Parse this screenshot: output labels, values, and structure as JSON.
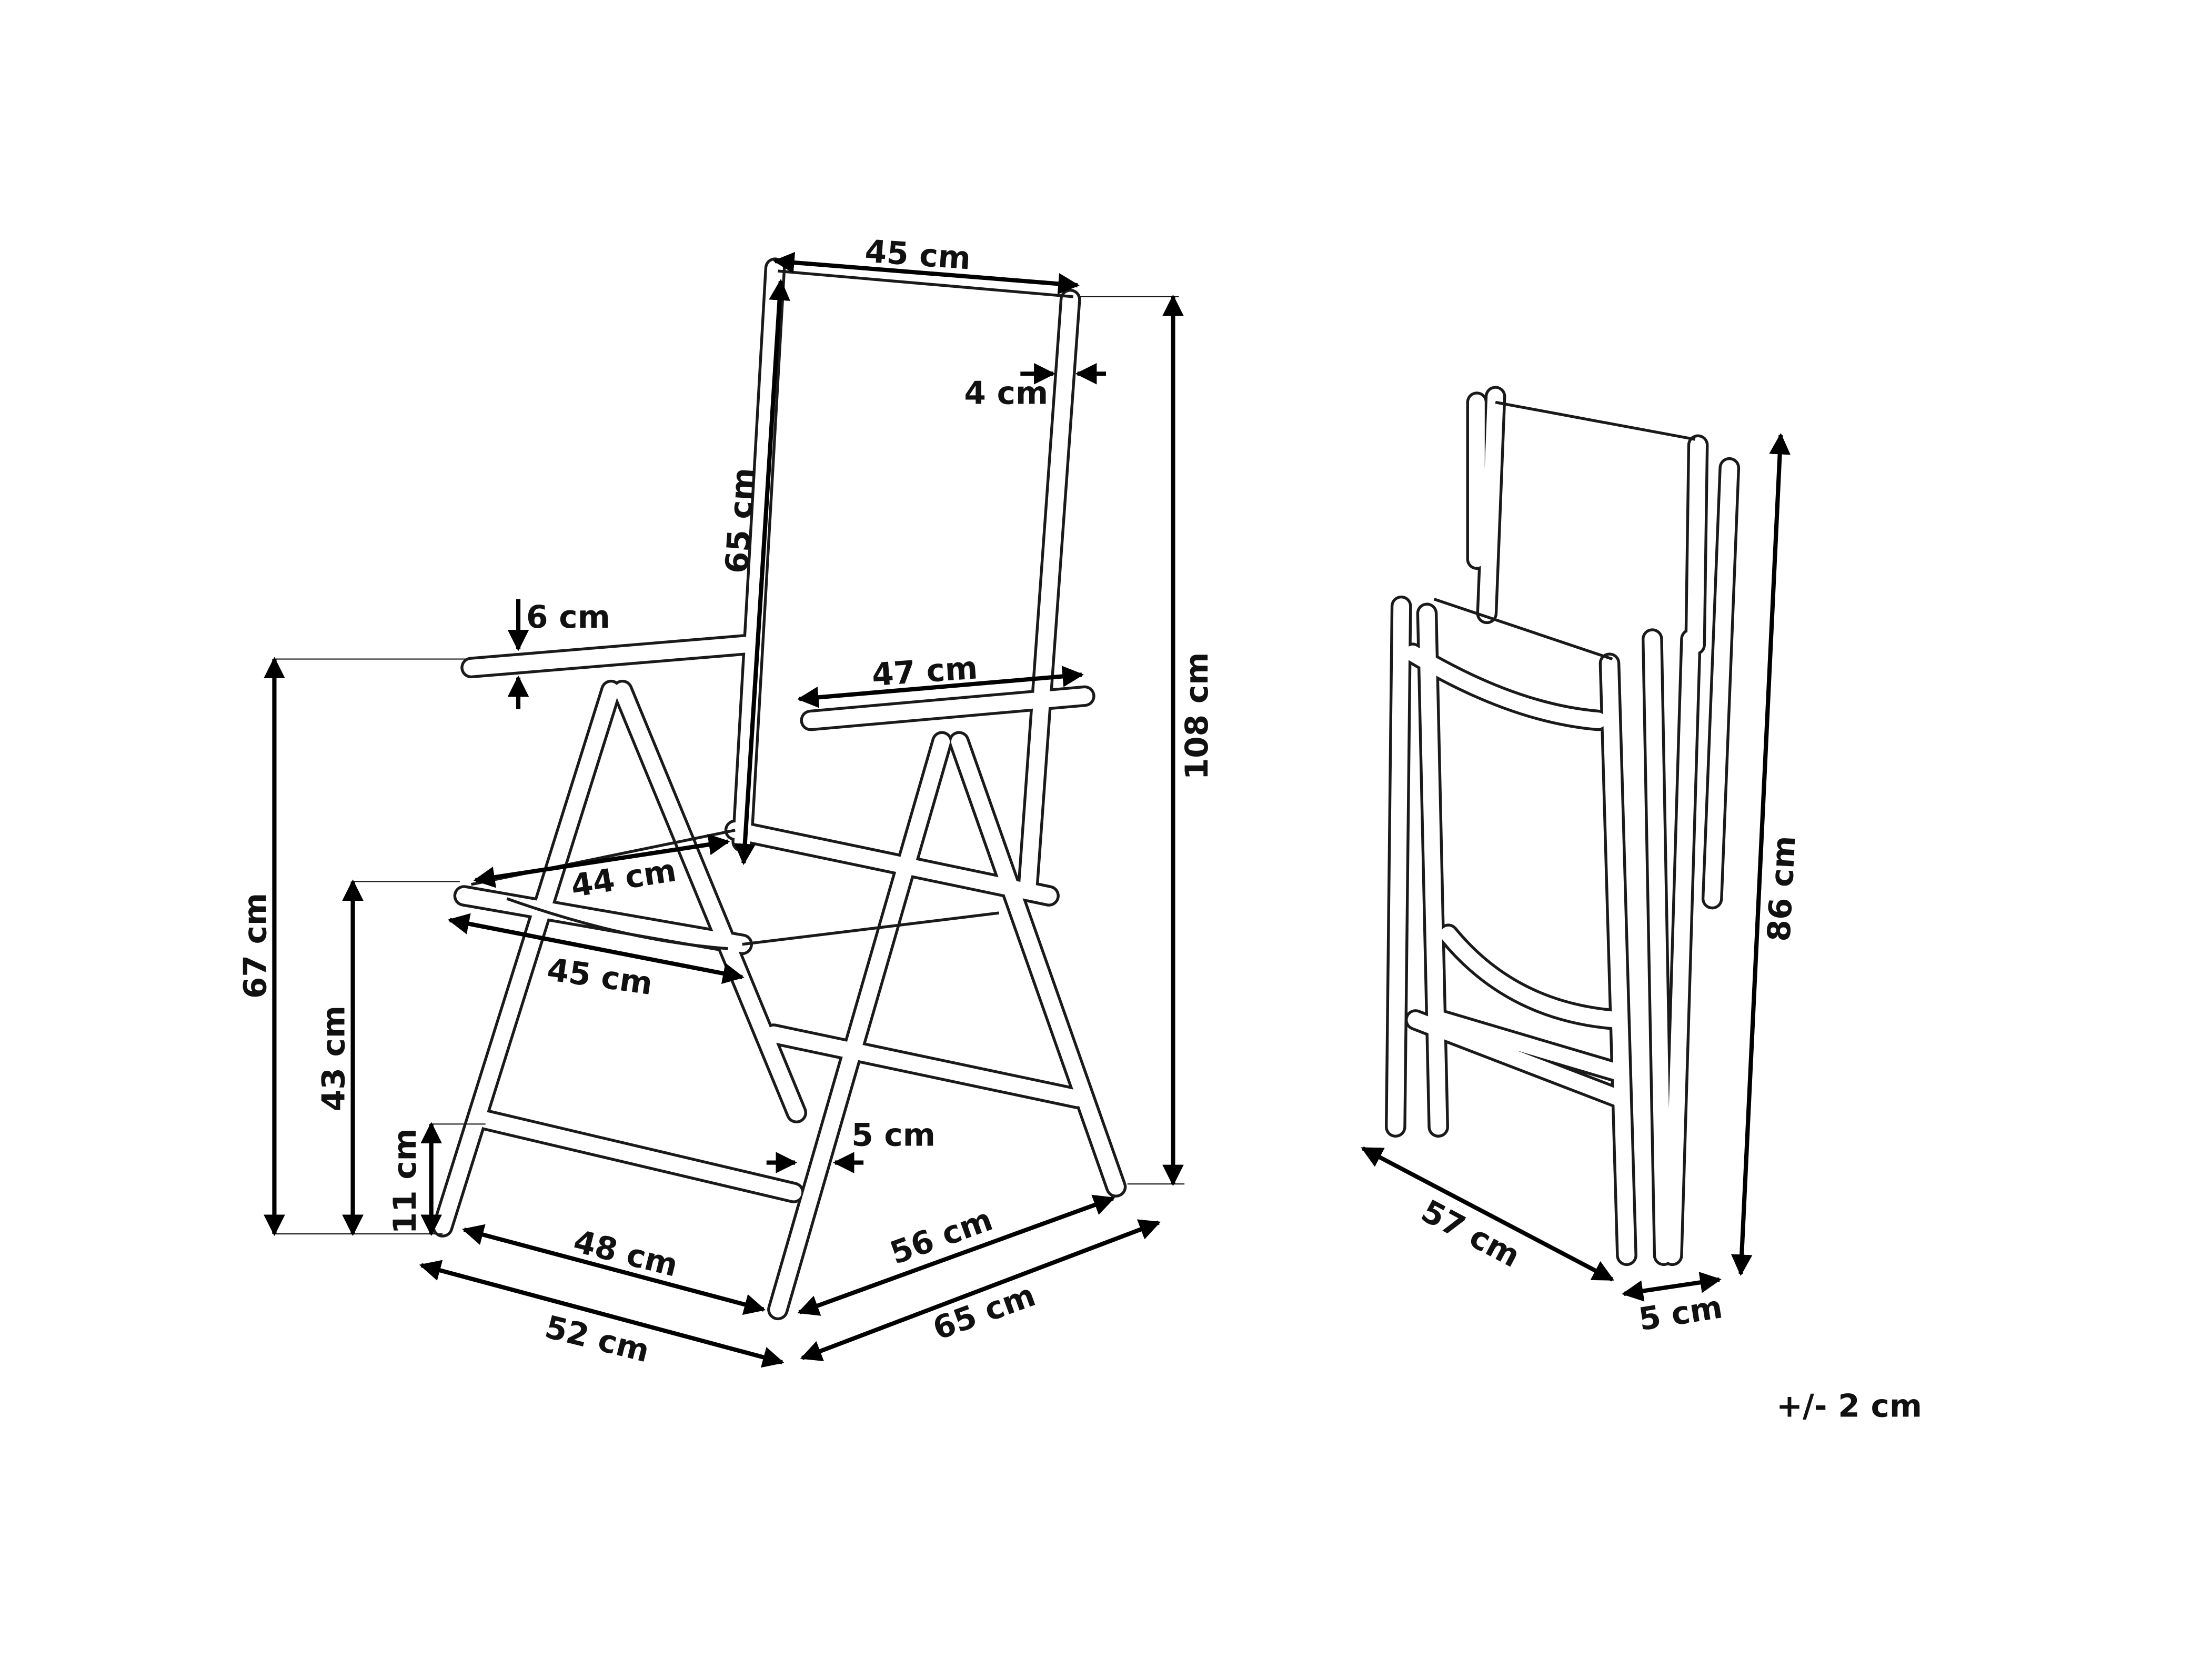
{
  "title": "Folding garden chair dimensions",
  "unfolded": {
    "backrest_width": "45 cm",
    "post_width": "4 cm",
    "backrest_height": "65 cm",
    "armrest_thickness": "6 cm",
    "armrest_length": "47 cm",
    "total_height": "108 cm",
    "armrest_height": "67 cm",
    "seat_depth": "44 cm",
    "seat_height": "43 cm",
    "seat_width": "45 cm",
    "crossbar_height": "11 cm",
    "leg_width": "5 cm",
    "front_width": "48 cm",
    "side_inner": "56 cm",
    "total_width": "52 cm",
    "total_depth": "65 cm"
  },
  "folded": {
    "depth": "57 cm",
    "thickness": "5 cm",
    "height": "86 cm"
  },
  "tolerance": "+/- 2 cm"
}
